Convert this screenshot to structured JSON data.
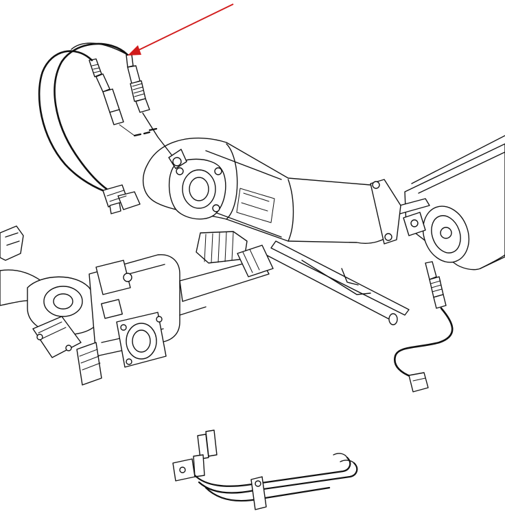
{
  "diagram": {
    "background": "#ffffff",
    "line_color": "#111111",
    "callout_color": "#d11b1b",
    "parts": [
      "upstream-oxygen-sensors",
      "sensor-harness",
      "sensor-connectors",
      "catalytic-converter",
      "exhaust-pipe",
      "rear-muffler",
      "downstream-oxygen-sensor",
      "engine-intake-assembly",
      "throttle-body",
      "hose-assembly"
    ],
    "callout_target": "upstream-oxygen-sensors"
  }
}
